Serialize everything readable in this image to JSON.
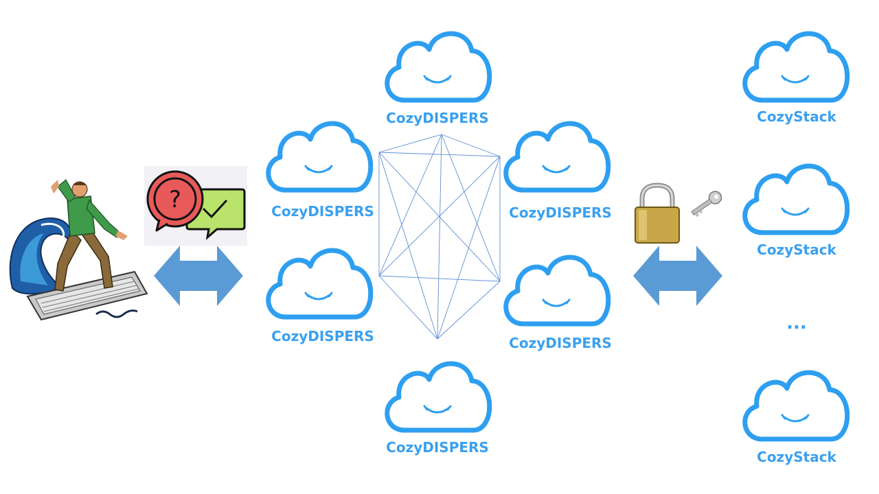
{
  "colors": {
    "cloud_stroke": "#2e9ff0",
    "label": "#3aa0f0",
    "mesh_line": "#5b8fd6",
    "double_arrow": "#5b9bd5"
  },
  "dispers_nodes": [
    {
      "label": "CozyDISPERS"
    },
    {
      "label": "CozyDISPERS"
    },
    {
      "label": "CozyDISPERS"
    },
    {
      "label": "CozyDISPERS"
    },
    {
      "label": "CozyDISPERS"
    },
    {
      "label": "CozyDISPERS"
    }
  ],
  "stack_nodes": [
    {
      "label": "CozyStack"
    },
    {
      "label": "CozyStack"
    },
    {
      "label": "CozyStack"
    }
  ],
  "stack_more": "...",
  "icons": {
    "user": "surfer-on-keyboard-icon",
    "query": "question-answer-bubbles-icon",
    "security": "padlock-and-key-icon"
  }
}
